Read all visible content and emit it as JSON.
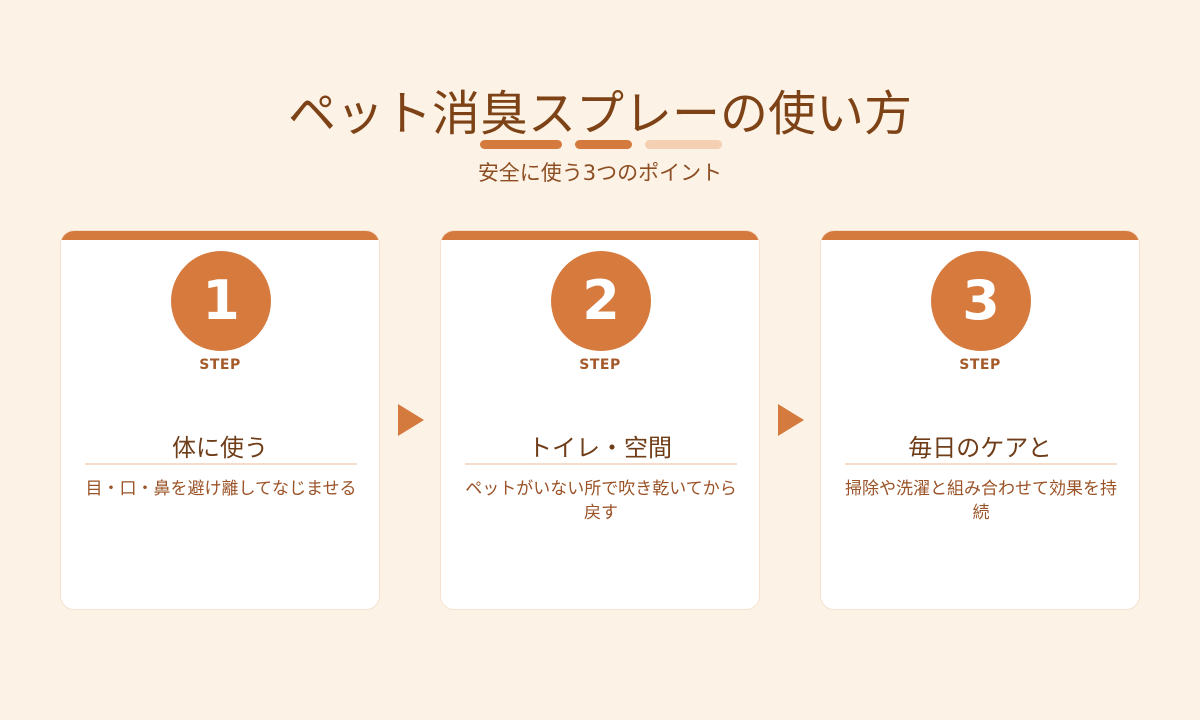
{
  "header": {
    "title": "ペット消臭スプレーの使い方",
    "subtitle": "安全に使う3つのポイント"
  },
  "step_label": "STEP",
  "cards": [
    {
      "number": "1",
      "title": "体に使う",
      "description": "目・口・鼻を避け離してなじませる"
    },
    {
      "number": "2",
      "title": "トイレ・空間",
      "description": "ペットがいない所で吹き乾いてから戻す"
    },
    {
      "number": "3",
      "title": "毎日のケアと",
      "description": "掃除や洗濯と組み合わせて効果を持続"
    }
  ],
  "colors": {
    "accent": "#d57a3e",
    "background": "#fdf2e6",
    "title": "#7d4316"
  }
}
